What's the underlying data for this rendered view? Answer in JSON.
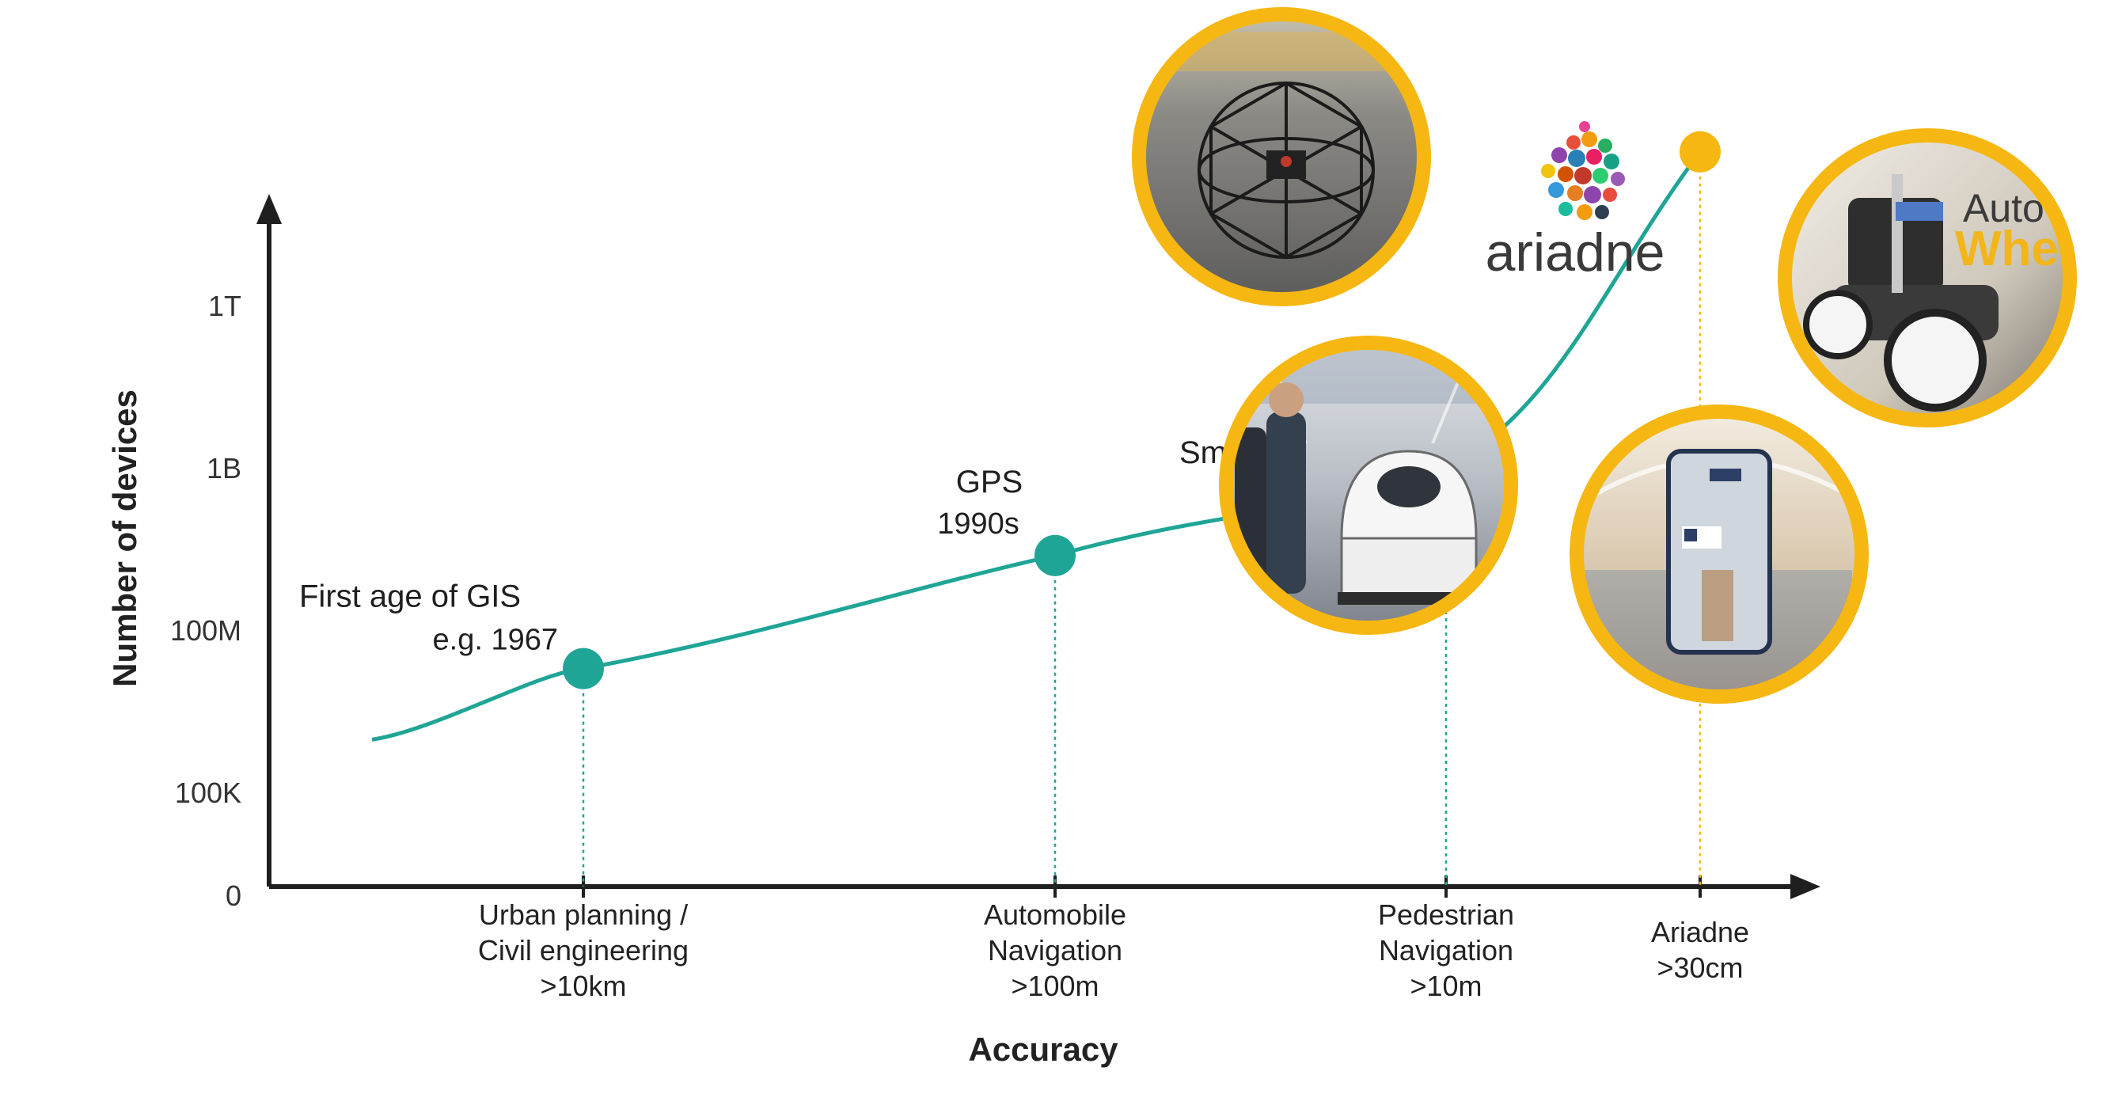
{
  "chart_data": {
    "type": "line",
    "xlabel": "Accuracy",
    "ylabel": "Number of devices",
    "y_ticks": [
      "1T",
      "1B",
      "100M",
      "100K",
      "0"
    ],
    "x_categories": [
      {
        "lines": [
          "Urban planning /",
          "Civil engineering",
          ">10km"
        ]
      },
      {
        "lines": [
          "Automobile",
          "Navigation",
          ">100m"
        ]
      },
      {
        "lines": [
          "Pedestrian",
          "Navigation",
          ">10m"
        ]
      },
      {
        "lines": [
          "Ariadne",
          ">30cm"
        ]
      }
    ],
    "points": [
      {
        "category": 0,
        "y_level": 0.9,
        "lines": [
          "First age of GIS",
          "e.g. 1967"
        ],
        "color": "#1fa596"
      },
      {
        "category": 1,
        "y_level": 1.6,
        "lines": [
          "GPS",
          "1990s"
        ],
        "color": "#1fa596"
      },
      {
        "category": 3,
        "y_level": 4.1,
        "lines": [],
        "color": "#f6b712"
      }
    ],
    "partial_label": "Sm",
    "brand": "ariadne",
    "grid": false,
    "colors": {
      "curve": "#1fa596",
      "highlight": "#f6b712",
      "axis": "#1f1f1f",
      "ariadne_text": "#3a3a3a"
    },
    "photos": [
      {
        "name": "drone-photo-icon"
      },
      {
        "name": "airport-robot-photo-icon"
      },
      {
        "name": "ar-phone-navigation-photo-icon"
      },
      {
        "name": "autonomous-wheelchair-photo-icon",
        "lines": [
          "Auto",
          "Whe"
        ]
      }
    ]
  }
}
